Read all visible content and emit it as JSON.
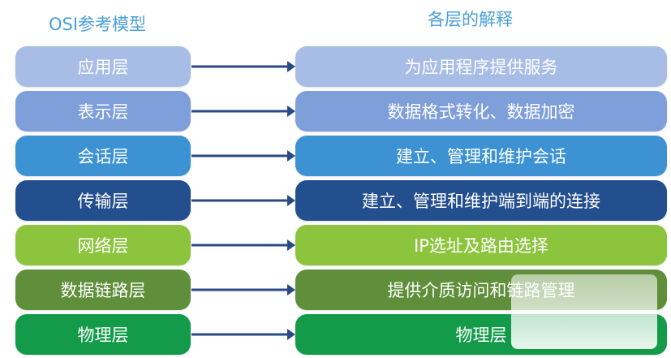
{
  "headers": {
    "left": "OSI参考模型",
    "right": "各层的解释"
  },
  "layers": [
    {
      "name": "应用层",
      "desc": "为应用程序提供服务",
      "left_color": "#a7bde6",
      "right_color": "#a7bde6"
    },
    {
      "name": "表示层",
      "desc": "数据格式转化、数据加密",
      "left_color": "#7f9fdb",
      "right_color": "#7f9fdb"
    },
    {
      "name": "会话层",
      "desc": "建立、管理和维护会话",
      "left_color": "#3c92d3",
      "right_color": "#3c92d3"
    },
    {
      "name": "传输层",
      "desc": "建立、管理和维护端到端的连接",
      "left_color": "#244f8f",
      "right_color": "#244f8f"
    },
    {
      "name": "网络层",
      "desc": "IP选址及路由选择",
      "left_color": "#8cc43d",
      "right_color": "#8cc43d"
    },
    {
      "name": "数据链路层",
      "desc": "提供介质访问和链路管理",
      "left_color": "#5f8f3a",
      "right_color": "#5f8f3a"
    },
    {
      "name": "物理层",
      "desc": "物理层",
      "left_color": "#139b4a",
      "right_color": "#139b4a"
    }
  ],
  "arrow_color": "#2a4a86"
}
